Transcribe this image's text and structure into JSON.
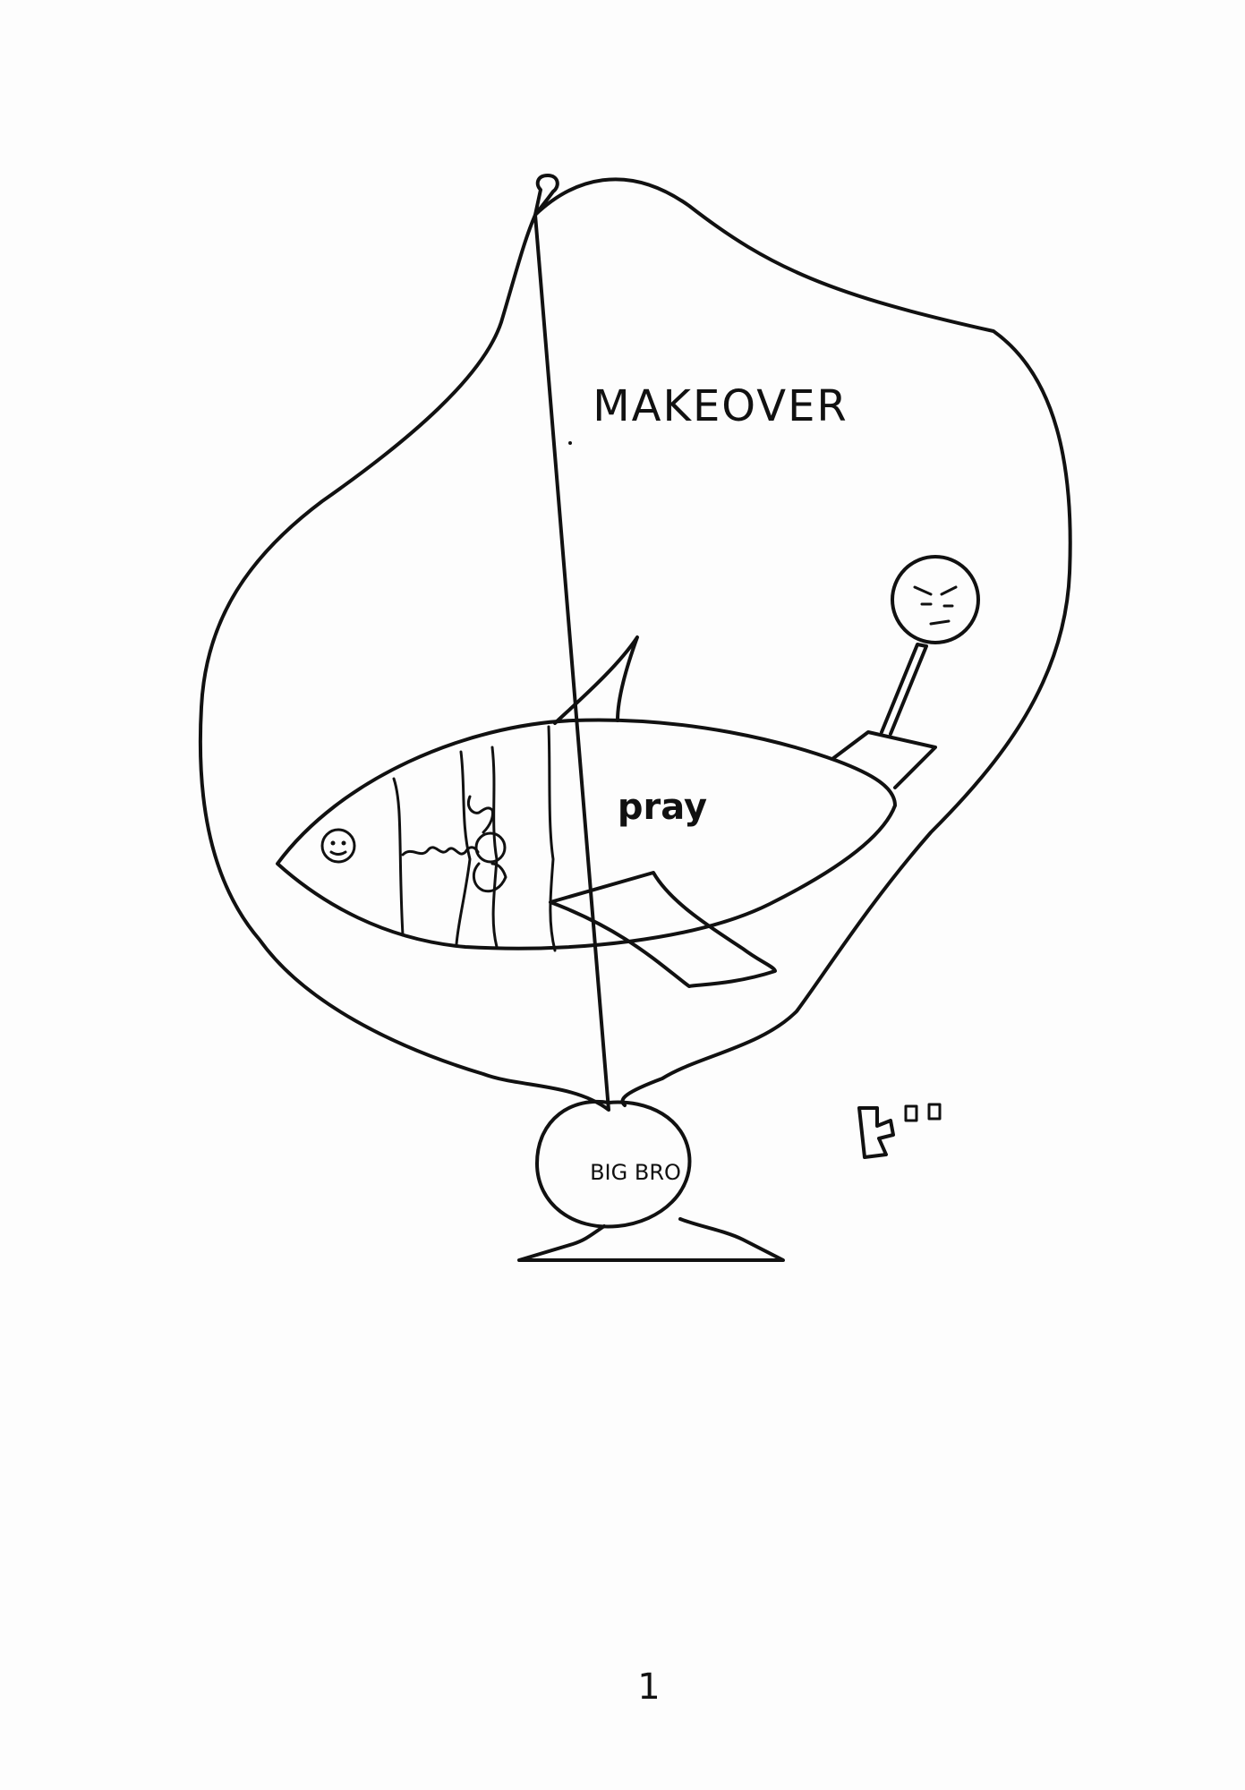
{
  "page": {
    "title": "MAKEOVER",
    "fish_label": "pray",
    "speaker_label": "BIG BRO",
    "page_number": "1"
  },
  "drawing": {
    "ink_color": "#111111",
    "paper_color": "#fdfdfd"
  }
}
